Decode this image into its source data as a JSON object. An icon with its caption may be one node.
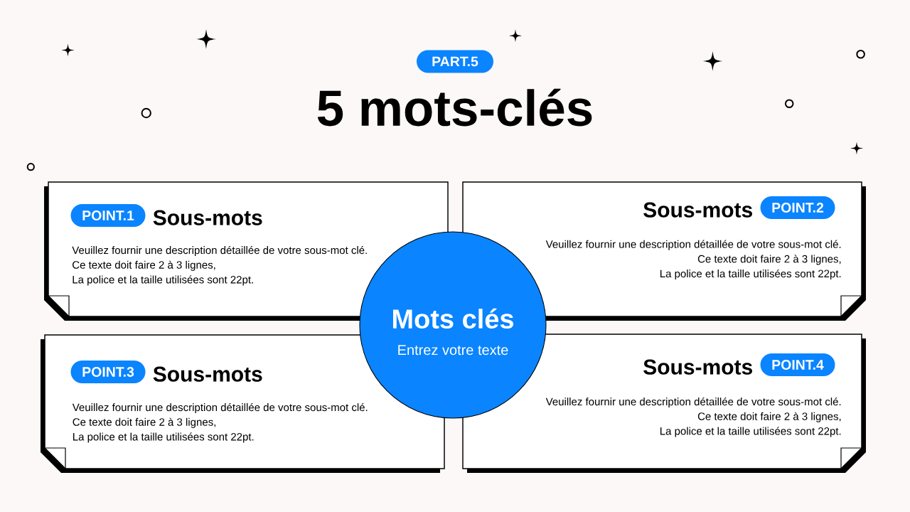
{
  "diagram": {
    "title": "5 mots-clés",
    "nodes": [
      {
        "text": [
          "PART.5"
        ]
      },
      {
        "text": [
          "Sous-mots",
          "Veuillez fournir une description détaillée de votre sous-mot clé.",
          "Ce texte doit faire 2 à 3 lignes,",
          "La police et la taille utilisées sont 22pt."
        ]
      },
      {
        "text": [
          "POINT.1"
        ],
        "in": 1
      },
      {
        "text": [
          "Sous-mots",
          "Veuillez fournir une description détaillée de votre sous-mot clé.",
          "Ce texte doit faire 2 à 3 lignes,",
          "La police et la taille utilisées sont 22pt."
        ]
      },
      {
        "text": [
          "POINT.2"
        ],
        "in": 3
      },
      {
        "text": [
          "Mots clés",
          "Entrez votre texte"
        ]
      },
      {
        "text": [
          "Sous-mots",
          "Veuillez fournir une description détaillée de votre sous-mot clé.",
          "Ce texte doit faire 2 à 3 lignes,",
          "La police et la taille utilisées sont 22pt."
        ]
      },
      {
        "text": [
          "POINT.3"
        ],
        "in": 6
      },
      {
        "text": [
          "Sous-mots",
          "Veuillez fournir une description détaillée de votre sous-mot clé.",
          "Ce texte doit faire 2 à 3 lignes,",
          "La police et la taille utilisées sont 22pt."
        ]
      },
      {
        "text": [
          "POINT.4"
        ],
        "in": 8
      }
    ]
  }
}
